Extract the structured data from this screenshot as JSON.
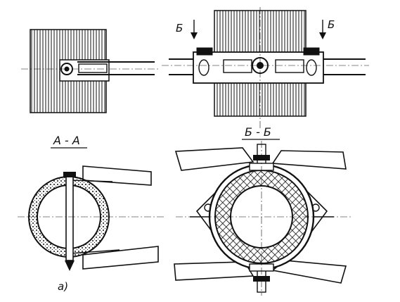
{
  "labels": {
    "section_aa": "А - А",
    "section_bb": "Б - Б",
    "cut_mark_left": "Б",
    "cut_mark_right": "Б",
    "figure_label": "а)"
  },
  "colors": {
    "ink": "#111111",
    "paper": "#ffffff"
  }
}
